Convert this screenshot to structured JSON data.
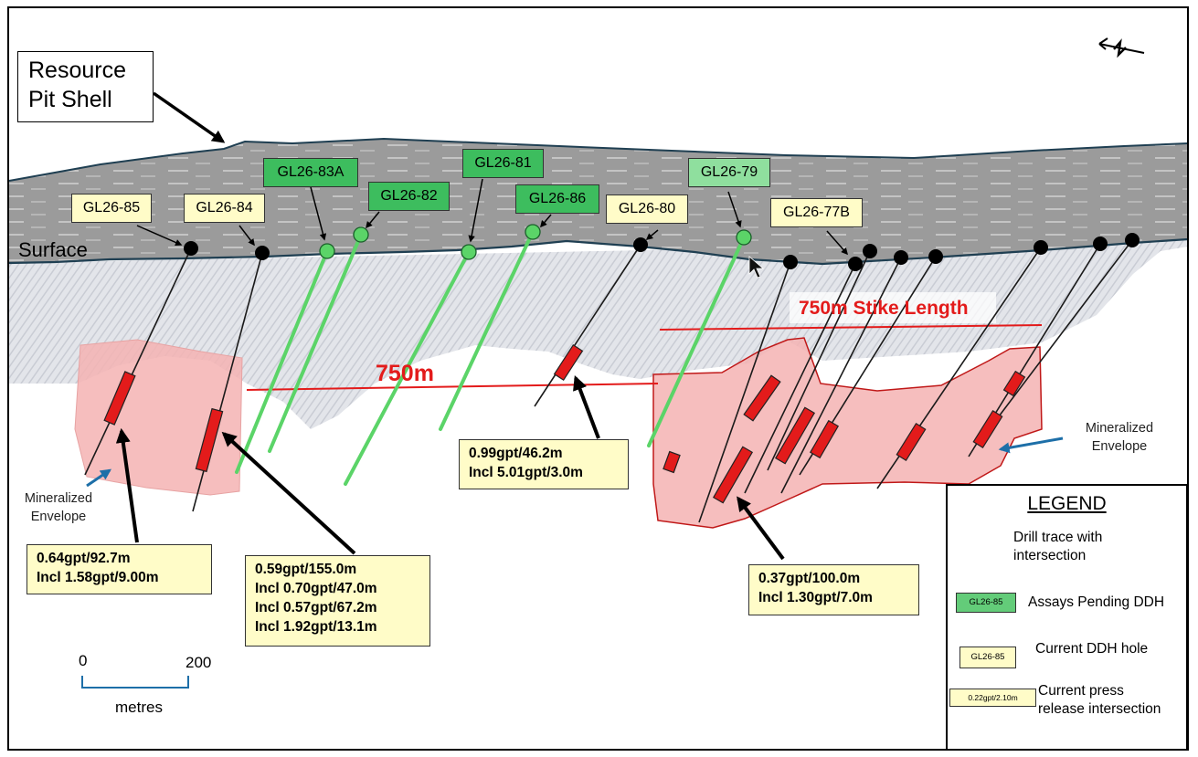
{
  "title": {
    "line1": "Resource",
    "line2": "Pit Shell"
  },
  "surface_label": "Surface",
  "holes": {
    "gl26_85": "GL26-85",
    "gl26_84": "GL26-84",
    "gl26_83a": "GL26-83A",
    "gl26_82": "GL26-82",
    "gl26_81": "GL26-81",
    "gl26_86": "GL26-86",
    "gl26_80": "GL26-80",
    "gl26_79": "GL26-79",
    "gl26_77b": "GL26-77B"
  },
  "intersections": {
    "left": {
      "line1": "0.64gpt/92.7m",
      "line2": "Incl 1.58gpt/9.00m"
    },
    "center_left": {
      "line1": "0.59gpt/155.0m",
      "line2": "Incl 0.70gpt/47.0m",
      "line3": "Incl 0.57gpt/67.2m",
      "line4": "Incl 1.92gpt/13.1m"
    },
    "center": {
      "line1": "0.99gpt/46.2m",
      "line2": "Incl 5.01gpt/3.0m"
    },
    "right": {
      "line1": "0.37gpt/100.0m",
      "line2": "Incl 1.30gpt/7.0m"
    }
  },
  "strike_short": "750m",
  "strike_long": "750m Stike Length",
  "envelope_left": {
    "line1": "Mineralized",
    "line2": "Envelope"
  },
  "envelope_right": {
    "line1": "Mineralized",
    "line2": "Envelope"
  },
  "scale": {
    "zero": "0",
    "max": "200",
    "unit": "metres"
  },
  "legend": {
    "title": "LEGEND",
    "drill_trace": {
      "line1": "Drill trace with",
      "line2": "intersection"
    },
    "pending_sample": "GL26-85",
    "pending_label": "Assays Pending DDH",
    "current_sample": "GL26-85",
    "current_label": "Current DDH hole",
    "press_sample": "0.22gpt/2.10m",
    "press_label": {
      "line1": "Current press",
      "line2": "release intersection"
    }
  },
  "colors": {
    "pit_fill": "#9a9a9a",
    "surface_line": "#1f3f52",
    "pending_green": "#3dbd5e",
    "pending_green_light": "#8fdf9e",
    "current_yellow": "#fffcc8",
    "intersection_red": "#e31b1b",
    "envelope_pink": "#f4b3b3",
    "envelope_outline": "#c01818",
    "scale_blue": "#1d6fa8"
  },
  "north_arrow_icon": "north-arrow-icon"
}
